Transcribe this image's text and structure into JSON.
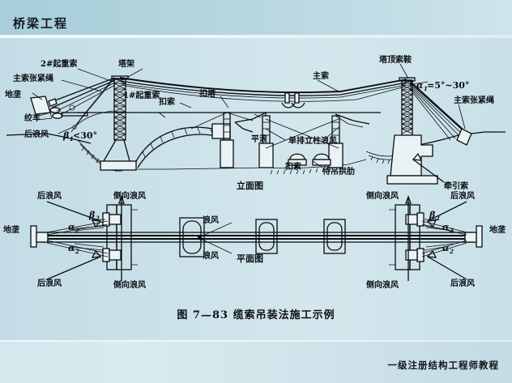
{
  "slide": {
    "header_title": "桥梁工程",
    "footer_text": "一级注册结构工程师教程",
    "caption": "图 7—83 缆索吊装法施工示例",
    "colors": {
      "header_band": "#a7ced9",
      "body_background": "#cbe1e9",
      "footer_band": "#d6e8ee",
      "ink": "#0a0d10"
    }
  },
  "figure": {
    "elevation": {
      "view_label": "立面图",
      "labels": {
        "hoist_rope_2": "2#起重索",
        "main_cable_tension_rope_left": "主索张紧绳",
        "ground_anchor_left": "地垄",
        "winch": "绞车",
        "back_guy_left": "后浪风",
        "tower_frame": "塔架",
        "hoist_rope_1": "1#起重索",
        "tie_back_cable_left": "扣索",
        "tie_tower": "扣塔",
        "flat_roller": "平滚",
        "main_cable": "主索",
        "single_row_column_guy": "单排立柱浪风",
        "tie_back_cable_mid": "扣索",
        "arch_rib_to_be_hoisted": "待吊拱肋",
        "tower_top_saddle": "塔顶索鞍",
        "main_cable_tension_rope_right": "主索张紧绳",
        "traction_cable": "牵引索"
      },
      "angles": {
        "beta1": "β",
        "beta1_sub": "1",
        "beta1_value": "<30°",
        "alpha1": "α",
        "alpha1_sub": "1",
        "alpha1_value": "=5°~30°"
      }
    },
    "plan": {
      "view_label": "平面图",
      "labels": {
        "back_guy_tl": "后浪风",
        "side_guy_t_left": "侧向浪风",
        "ground_anchor_left": "地垄",
        "back_guy_bl": "后浪风",
        "side_guy_b_left": "侧向浪风",
        "guy_top_mid": "浪风",
        "guy_bottom_mid": "浪风",
        "side_guy_t_right": "侧向浪风",
        "back_guy_tr": "后浪风",
        "ground_anchor_right": "地垄",
        "side_guy_b_right": "侧向浪风",
        "back_guy_br": "后浪风"
      },
      "angles": {
        "beta2_left": "β",
        "beta2_left_sub": "2",
        "alpha2_left_upper": "α",
        "alpha2_left_upper_sub": "2",
        "alpha2_left_lower": "α",
        "alpha2_left_lower_sub": "2",
        "beta2_right": "β",
        "beta2_right_sub": "2",
        "alpha2_right_upper": "α",
        "alpha2_right_upper_sub": "2",
        "alpha2_right_lower": "α",
        "alpha2_right_lower_sub": "2"
      }
    }
  }
}
